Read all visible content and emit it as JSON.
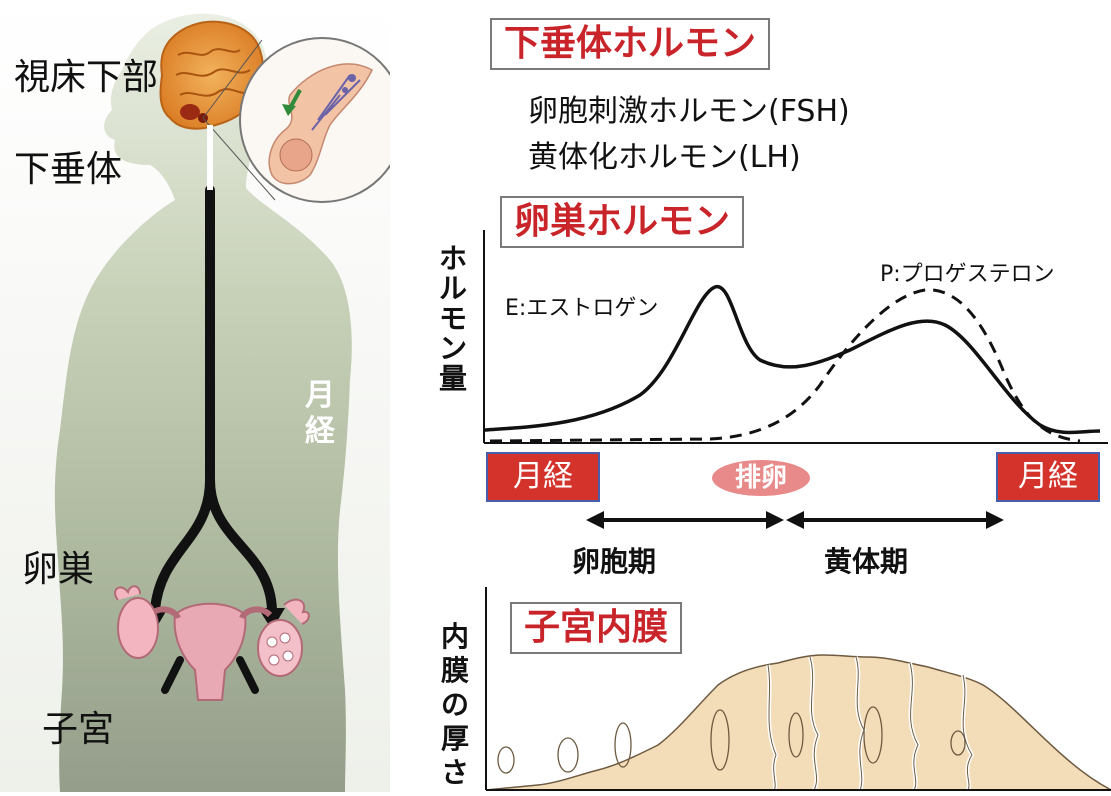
{
  "body_labels": {
    "hypothalamus": "視床下部",
    "pituitary": "下垂体",
    "ovary": "卵巣",
    "uterus": "子宮",
    "menstruation": "月経"
  },
  "pituitary_hormones": {
    "title": "下垂体ホルモン",
    "fsh": "卵胞刺激ホルモン(FSH)",
    "lh": "黄体化ホルモン(LH)"
  },
  "ovarian_hormones": {
    "title": "卵巣ホルモン",
    "y_axis": "ホルモン量",
    "estrogen_label": "E:エストロゲン",
    "progesterone_label": "P:プロゲステロン",
    "menstruation_left": "月経",
    "ovulation": "排卵",
    "menstruation_right": "月経",
    "follicular_phase": "卵胞期",
    "luteal_phase": "黄体期"
  },
  "endometrium": {
    "title": "子宮内膜",
    "y_axis": "内膜の厚さ"
  },
  "colors": {
    "accent_red": "#c8242a",
    "box_red": "#d4332b",
    "tissue": "#f3dcb8",
    "body_green": "#9fae8e"
  }
}
